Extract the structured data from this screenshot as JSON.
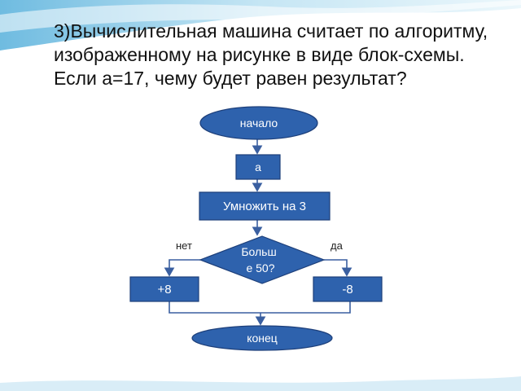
{
  "slide": {
    "question": "3)Вычислительная машина считает по алгоритму, изображенному на рисунке в виде блок-схемы. Если а=17, чему будет равен результат?"
  },
  "flowchart": {
    "start": "начало",
    "input": "а",
    "process": "Умножить на 3",
    "decision_line1": "Больш",
    "decision_line2": "е 50?",
    "branch_no": "нет",
    "branch_yes": "да",
    "left_action": "+8",
    "right_action": "-8",
    "end": "конец"
  },
  "colors": {
    "shape_fill": "#2e62ad",
    "shape_stroke": "#1d3f7a",
    "connector": "#3a5fa0",
    "wave_light": "#bfe3f3",
    "wave_mid": "#7cc3e4"
  }
}
